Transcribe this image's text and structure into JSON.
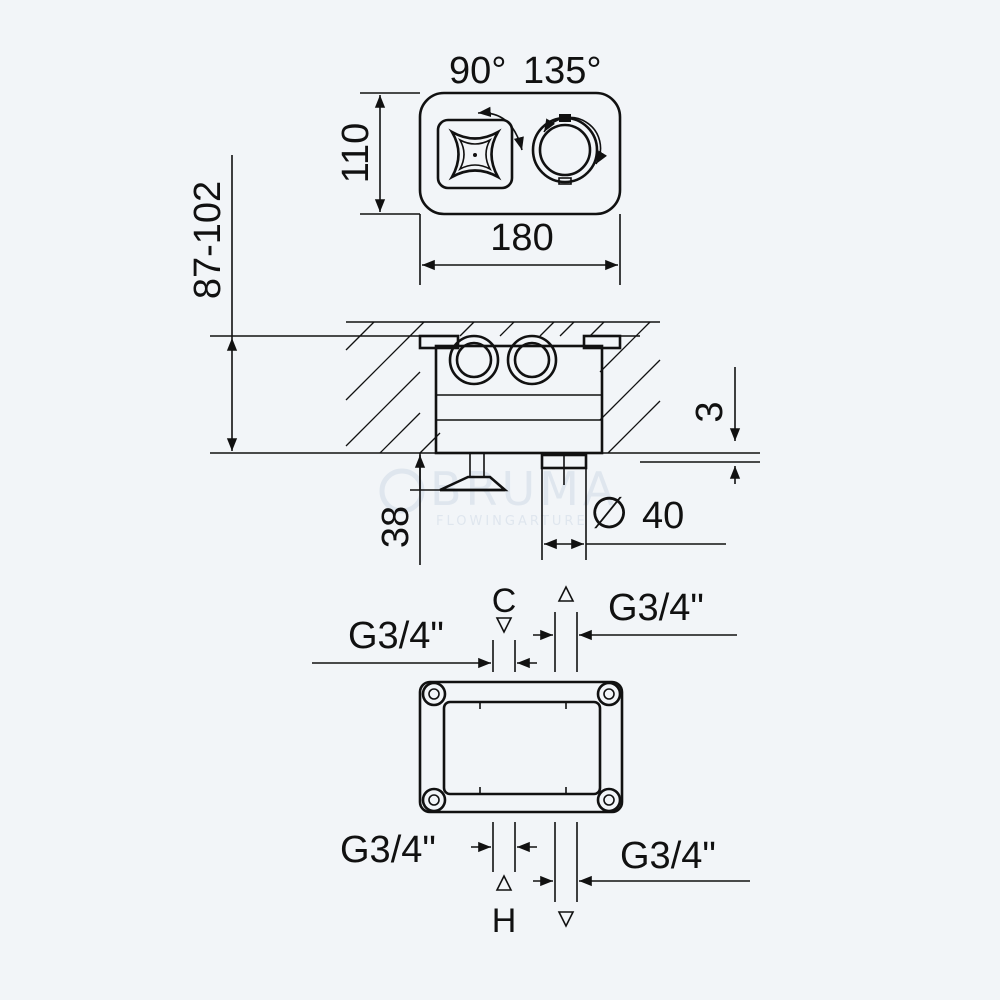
{
  "watermark": {
    "brand": "BRUMA",
    "tagline": "FLOWINGARTURE"
  },
  "top_view": {
    "angle_a": "90°",
    "angle_b": "135°",
    "height": "110",
    "width": "180"
  },
  "side_view": {
    "depth_range": "87-102",
    "offset": "3",
    "projection": "38",
    "diameter_symbol": "∅",
    "diameter": "40"
  },
  "connection_view": {
    "label_c": "C",
    "label_h": "H",
    "thread_top_left": "G3/4\"",
    "thread_top_right": "G3/4\"",
    "thread_bottom_left": "G3/4\"",
    "thread_bottom_right": "G3/4\""
  }
}
